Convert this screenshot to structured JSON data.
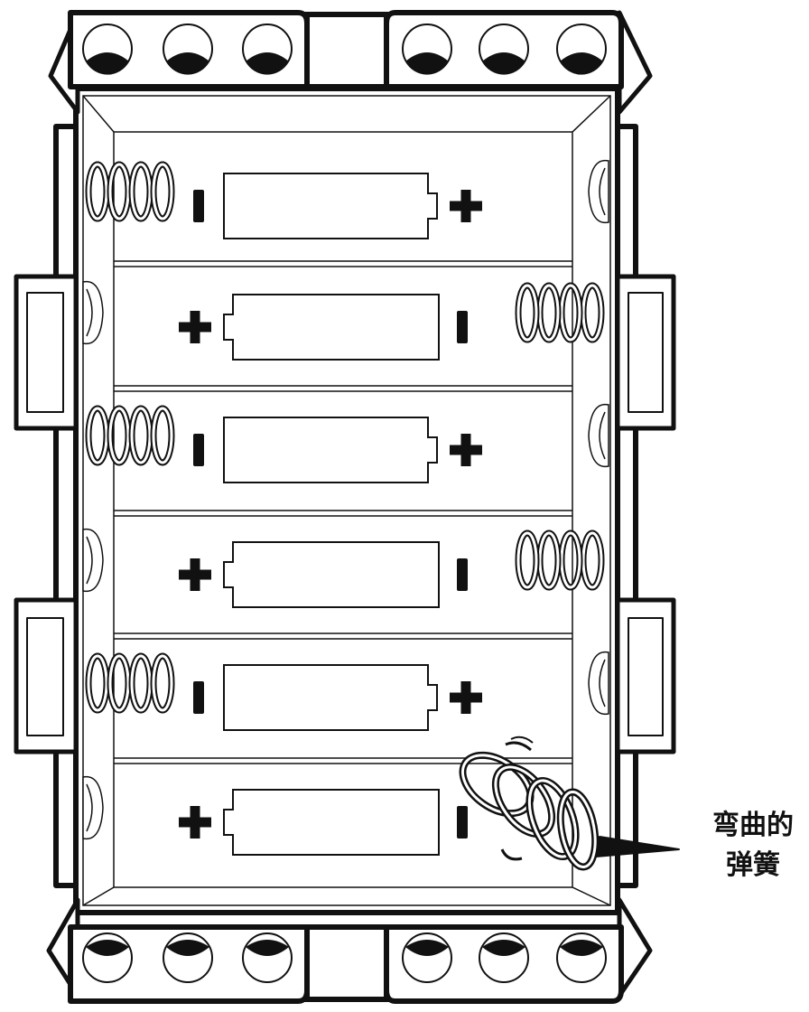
{
  "diagram": {
    "slots": [
      {
        "left_sign": "-",
        "right_sign": "+",
        "spring_side": "left"
      },
      {
        "left_sign": "+",
        "right_sign": "-",
        "spring_side": "right"
      },
      {
        "left_sign": "-",
        "right_sign": "+",
        "spring_side": "left"
      },
      {
        "left_sign": "+",
        "right_sign": "-",
        "spring_side": "right"
      },
      {
        "left_sign": "-",
        "right_sign": "+",
        "spring_side": "left"
      },
      {
        "left_sign": "+",
        "right_sign": "-",
        "spring_side": "right-bent"
      }
    ],
    "callout": {
      "line1": "弯曲的",
      "line2": "弹簧"
    },
    "colors": {
      "stroke": "#111111",
      "fill": "#ffffff"
    }
  }
}
